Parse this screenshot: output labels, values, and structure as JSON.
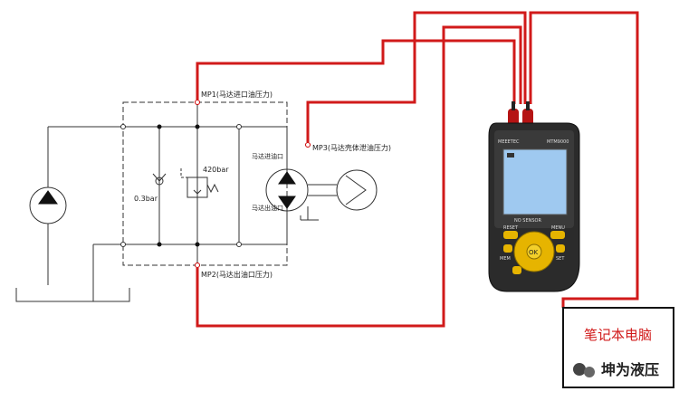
{
  "labels": {
    "mp1": "MP1(马达进口油压力)",
    "mp2": "MP2(马达出油口压力)",
    "mp3": "MP3(马达壳体泄油压力)",
    "motor_in": "马达进油口",
    "motor_out": "马达出油口",
    "check_valve": "0.3bar",
    "relief_valve": "420bar"
  },
  "meter": {
    "brand": "MEEETEC",
    "model": "MTM9000",
    "status": "NO SENSOR",
    "ok_label": "OK",
    "btn_left_top": "RESET",
    "btn_right_top": "MENU",
    "btn_left_mid": "MEM",
    "btn_right_mid": "SET"
  },
  "laptop": {
    "label": "笔记本电脑"
  },
  "watermark": {
    "text": "坤为液压"
  },
  "colors": {
    "wire": "#d11a1a",
    "device": "#2b2b2b",
    "screen": "#9fc9f0"
  }
}
